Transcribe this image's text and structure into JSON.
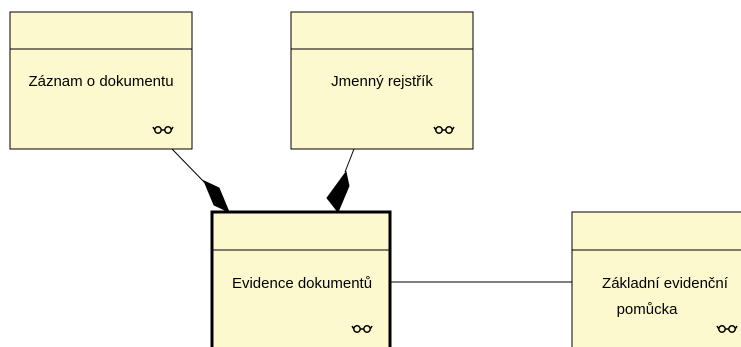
{
  "nodes": [
    {
      "id": "zaznam",
      "label_lines": [
        "Záznam o dokumentu"
      ],
      "icon": "glasses-icon"
    },
    {
      "id": "jmenny",
      "label_lines": [
        "Jmenný rejstřík"
      ],
      "icon": "glasses-icon"
    },
    {
      "id": "evidence",
      "label_lines": [
        "Evidence dokumentů"
      ],
      "icon": "glasses-icon",
      "selected": true
    },
    {
      "id": "zakladni",
      "label_lines": [
        "Základní evidenční",
        "pomůcka"
      ],
      "icon": "glasses-icon"
    }
  ],
  "edges": [
    {
      "from": "zaznam",
      "to": "evidence",
      "type": "composition"
    },
    {
      "from": "jmenny",
      "to": "evidence",
      "type": "composition"
    },
    {
      "from": "evidence",
      "to": "zakladni",
      "type": "association"
    }
  ],
  "colors": {
    "node_fill": "#fdf9cf",
    "stroke": "#000000"
  }
}
